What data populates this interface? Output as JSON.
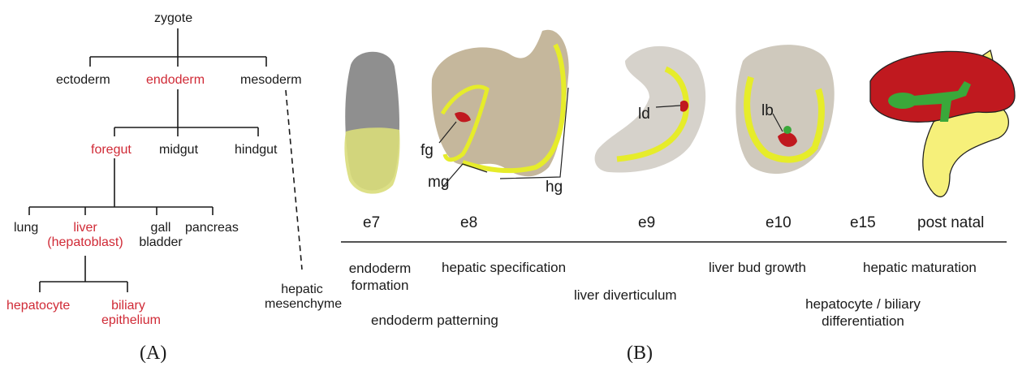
{
  "panel_a": {
    "caption": "(A)",
    "nodes": {
      "zygote": "zygote",
      "ectoderm": "ectoderm",
      "endoderm": "endoderm",
      "mesoderm": "mesoderm",
      "foregut": "foregut",
      "midgut": "midgut",
      "hindgut": "hindgut",
      "lung": "lung",
      "liver_line1": "liver",
      "liver_line2": "(hepatoblast)",
      "gall_line1": "gall",
      "gall_line2": "bladder",
      "pancreas": "pancreas",
      "hepatocyte": "hepatocyte",
      "biliary_line1": "biliary",
      "biliary_line2": "epithelium",
      "hepatic_line1": "hepatic",
      "hepatic_line2": "mesenchyme"
    },
    "colors": {
      "highlight": "#d02a36",
      "text": "#1a1a1a"
    }
  },
  "panel_b": {
    "caption": "(B)",
    "anatomy_labels": {
      "fg": "fg",
      "mg": "mg",
      "hg": "hg",
      "ld": "ld",
      "lb": "lb"
    },
    "timepoints": [
      "e7",
      "e8",
      "e9",
      "e10",
      "e15",
      "post natal"
    ],
    "stages": {
      "endoderm_formation_1": "endoderm",
      "endoderm_formation_2": "formation",
      "hepatic_specification": "hepatic specification",
      "endoderm_patterning": "endoderm patterning",
      "liver_diverticulum": "liver diverticulum",
      "liver_bud_growth": "liver bud growth",
      "hepatic_maturation": "hepatic maturation",
      "differentiation_1": "hepatocyte / biliary",
      "differentiation_2": "differentiation"
    },
    "colors": {
      "endoderm_yellow": "#e6ec2a",
      "liver_red": "#c0191f",
      "biliary_green": "#3aa83a",
      "embryo_tan": "#b9a98e"
    }
  }
}
